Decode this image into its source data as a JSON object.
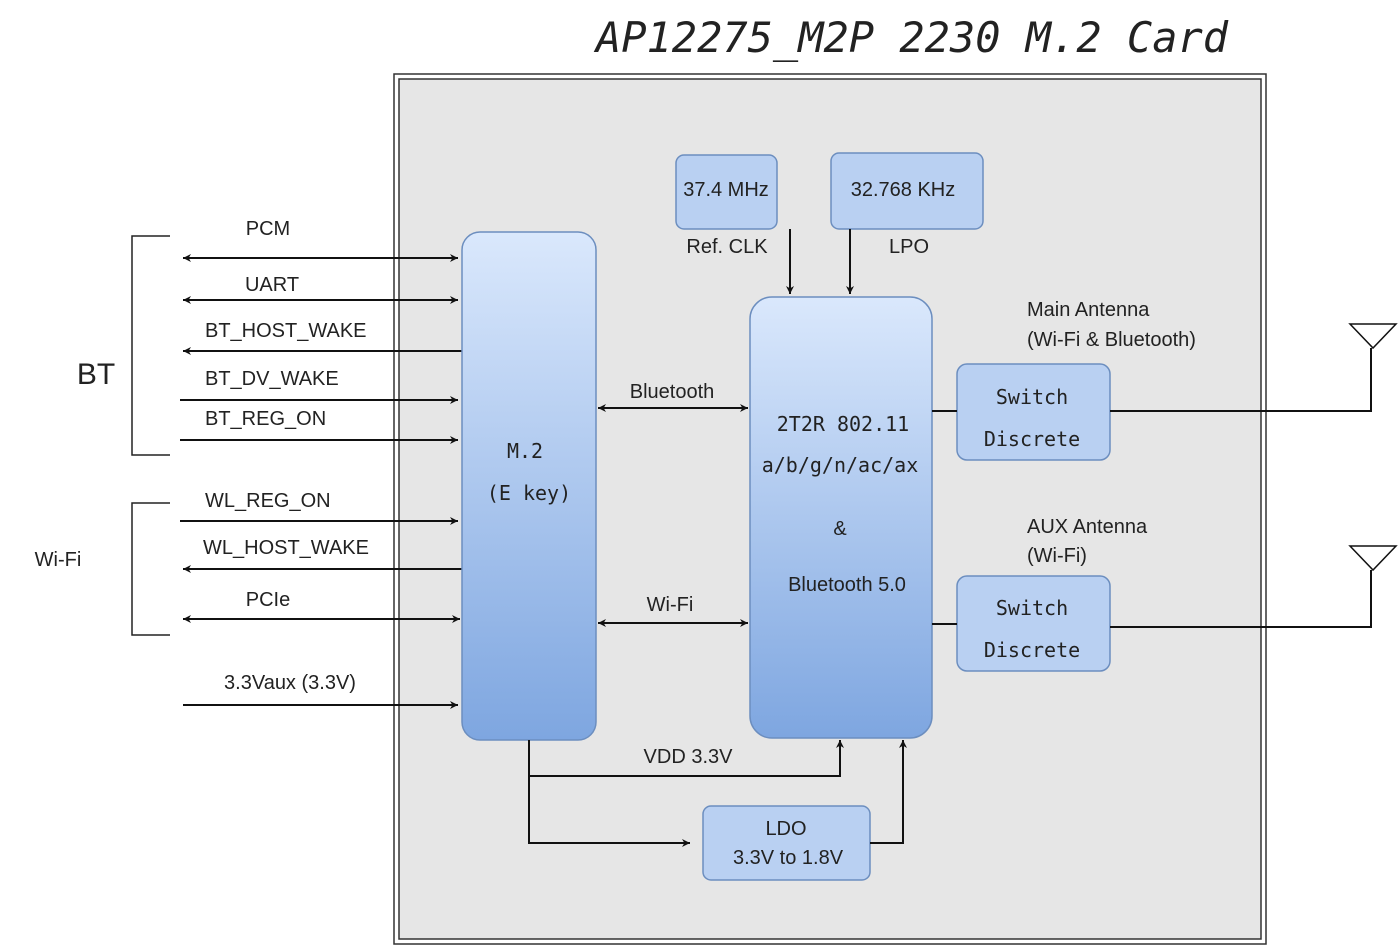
{
  "title": "AP12275_M2P 2230 M.2 Card",
  "groups": {
    "bt": "BT",
    "wifi": "Wi-Fi"
  },
  "signals": {
    "pcm": "PCM",
    "uart": "UART",
    "bt_host_wake": "BT_HOST_WAKE",
    "bt_dv_wake": "BT_DV_WAKE",
    "bt_reg_on": "BT_REG_ON",
    "wl_reg_on": "WL_REG_ON",
    "wl_host_wake": "WL_HOST_WAKE",
    "pcie": "PCIe",
    "vaux": "3.3Vaux (3.3V)"
  },
  "blocks": {
    "m2": {
      "line1": "M.2",
      "line2": "(E key)"
    },
    "clock_ref": "37.4 MHz",
    "clock_lpo": "32.768 KHz",
    "chip": {
      "line1": "2T2R 802.11",
      "line2": "a/b/g/n/ac/ax",
      "line3": "&",
      "line4": "Bluetooth 5.0"
    },
    "switch_main": {
      "line1": "Switch",
      "line2": "Discrete"
    },
    "switch_aux": {
      "line1": "Switch",
      "line2": "Discrete"
    },
    "ldo": {
      "line1": "LDO",
      "line2": "3.3V to 1.8V"
    }
  },
  "labels": {
    "ref_clk": "Ref. CLK",
    "lpo": "LPO",
    "bluetooth": "Bluetooth",
    "wifi": "Wi-Fi",
    "vdd": "VDD 3.3V",
    "main_antenna": {
      "line1": "Main Antenna",
      "line2": "(Wi-Fi & Bluetooth)"
    },
    "aux_antenna": {
      "line1": "AUX Antenna",
      "line2": "(Wi-Fi)"
    }
  },
  "colors": {
    "card_fill": "#e6e6e6",
    "block_top": "#dae8fc",
    "block_bottom": "#7ea6e0",
    "block_border": "#6c8ebf"
  }
}
